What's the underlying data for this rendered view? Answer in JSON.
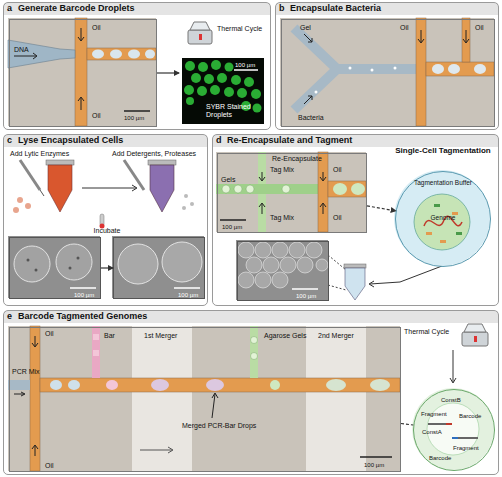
{
  "diagram": {
    "nodes": [
      {
        "text": [
          "a",
          "Generate Barcode Droplets"
        ]
      },
      {
        "text": [
          "DNA",
          "Oil",
          "Oil",
          "100 µm"
        ],
        "in": 0
      },
      {
        "text": [
          "Thermal Cycle",
          "SYBR Stained Droplets",
          "100 µm"
        ],
        "in": 0
      },
      {
        "text": [
          "b",
          "Encapsulate Bacteria"
        ]
      },
      {
        "text": [
          "Gel",
          "Bacteria",
          "Oil",
          "Oil"
        ],
        "in": 3
      },
      {
        "text": [
          "c",
          "Lyse Encapsulated Cells"
        ]
      },
      {
        "text": [
          "100 µm"
        ],
        "in": 5
      },
      {
        "text": [
          "100 µm"
        ],
        "in": 5
      },
      {
        "text": [
          "d",
          "Re-Encapsulate and Tagment"
        ]
      },
      {
        "text": [
          "Re-Encapsulate",
          "Gels",
          "Tag Mix",
          "Tag Mix",
          "Oil",
          "Oil",
          "100 µm"
        ],
        "in": 8
      },
      {
        "text": [
          "Single-Cell Tagmentation",
          "Tagmentation Buffer",
          "Genome"
        ],
        "in": 8
      },
      {
        "text": [
          "100 µm"
        ],
        "in": 8
      },
      {
        "text": [
          "e",
          "Barcode Tagmented Genomes"
        ]
      },
      {
        "text": [
          "Oil",
          "Bar",
          "PCR Mix",
          "Oil",
          "1st Merger",
          "Agarose Gels",
          "Merged PCR-Bar Drops",
          "2nd Merger",
          "100 µm"
        ],
        "in": 12
      },
      {
        "text": [
          "ConstB",
          "Fragment",
          "ConstA",
          "Fragment",
          "Barcode",
          "Barcode"
        ],
        "in": 12
      }
    ],
    "edges": [
      {
        "from": 1,
        "to": 2,
        "arrow": "to"
      },
      {
        "from": 6,
        "to": 7,
        "label": "Incubate",
        "arrow": "to"
      },
      {
        "from": 9,
        "to": 10,
        "arrow": "to"
      },
      {
        "from": 13,
        "to": 14,
        "arrow": "none"
      }
    ],
    "labels": [
      "Add Lytic Enzymes",
      "Add Detergents, Proteases",
      "Thermal Cycle"
    ]
  }
}
